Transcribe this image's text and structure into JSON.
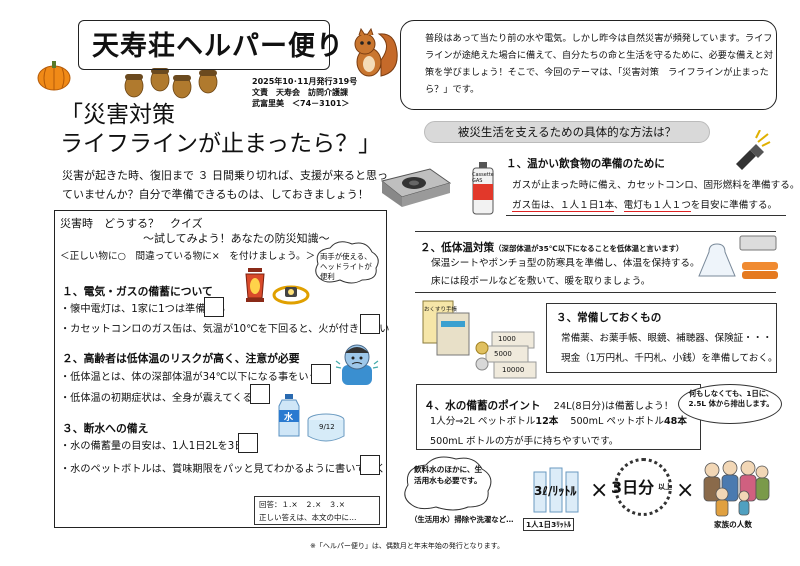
{
  "header": {
    "title": "天寿荘ヘルパー便り",
    "issue_line": "2025年10･11月発行319号",
    "publisher_line": "文責　天寿会　訪問介護課",
    "phone_line": "武富里美　＜74－3101＞"
  },
  "intro": {
    "text": "普段はあって当たり前の水や電気。しかし昨今は自然災害が頻発しています。ライフラインが途絶えた場合に備えて、自分たちの命と生活を守るために、必要な備えと対策を学びましょう！そこで、今回のテーマは、「災害対策　ライフラインが止まったら？」です。"
  },
  "theme": {
    "line1": "「災害対策",
    "line2": "ライフラインが止まったら？」"
  },
  "lead": "災害が起きた時、復旧まで ３ 日間乗り切れば、支援が来ると思っていませんか？自分で準備できるものは、しておきましょう！",
  "quiz": {
    "title": "災害時　どうする？　クイズ",
    "subtitle": "～試してみよう！あなたの防災知識～",
    "instruction": "＜正しい物に○　間違っている物に×　を付けましょう。＞",
    "bubble": "両手が使える、ヘッドライトが便利",
    "sections": [
      {
        "head": "１、電気・ガスの備蓄について",
        "items": [
          "・懐中電灯は、1家に1つは準備する",
          "・カセットコンロのガス缶は、気温が10℃を下回ると、火が付きにくい"
        ]
      },
      {
        "head": "２、高齢者は低体温のリスクが高く、注意が必要",
        "items": [
          "・低体温とは、体の深部体温が34℃以下になる事をいう。",
          "・低体温の初期症状は、全身が震えてくる。"
        ]
      },
      {
        "head": "３、断水への備え",
        "items": [
          "・水の備蓄量の目安は、1人1日2Lを3日分",
          "・水のペットボトルは、賞味期限をパッと見てわかるように書いておく"
        ]
      }
    ],
    "answers_line": "回答：１.×　２.×　３.×",
    "answers_note": "正しい答えは、本文の中に…",
    "bottle_label": "水",
    "bottle_date": "9/12"
  },
  "footnote": "※「ヘルパー便り」は、偶数月と年末年始の発行となります。",
  "methods": {
    "heading": "被災生活を支えるための具体的な方法は？",
    "s1": {
      "title": "１、温かい飲食物の準備のために",
      "text1": "ガスが止まった時に備え、カセットコンロ、固形燃料を準備する。",
      "text2_a": "ガス缶は、１人１日1本",
      "text2_b": "、",
      "text2_c": "電灯も１人１つ",
      "text2_d": "を目安に準備する。",
      "can_label": "Cassette GAS"
    },
    "s2": {
      "title": "２、低体温対策",
      "title_note": "（深部体温が35℃以下になることを低体温と言います）",
      "text1": "保温シートやポンチョ型の防寒具を準備し、体温を保持する。",
      "text2": "床には段ボールなどを敷いて、暖を取りましょう。"
    },
    "s3": {
      "title": "３、常備しておくもの",
      "text1": "常備薬、お薬手帳、眼鏡、補聴器、保険証・・・",
      "text2": "現金（1万円札、千円札、小銭）を準備しておく。",
      "notebook_label": "おくすり手帳",
      "money_labels": [
        "1000",
        "5000",
        "10000"
      ]
    },
    "s4": {
      "title": "４、水の備蓄のポイント",
      "title_extra": "24L(8日分)は備蓄しよう！",
      "text1_a": "1人分⇒2L ペットボトル",
      "text1_b": "12本",
      "text1_c": "500mL ペットボトル",
      "text1_d": "48本",
      "text2": "500mL ボトルの方が手に持ちやすいです。",
      "bubble": "何もしなくても、1日に、2.5L 体から排出します。"
    },
    "bottom": {
      "bubble": "飲料水のほかに、生活用水も必要です。",
      "note": "（生活用水）掃除や洗濯など…",
      "liter_label": "3ℓ/ﾘｯﾄﾙ",
      "liter_caption": "1人1日3ﾘｯﾄﾙ",
      "times": "×",
      "days_main": "3日分",
      "days_sub": "以上",
      "family_caption": "家族の人数"
    }
  }
}
